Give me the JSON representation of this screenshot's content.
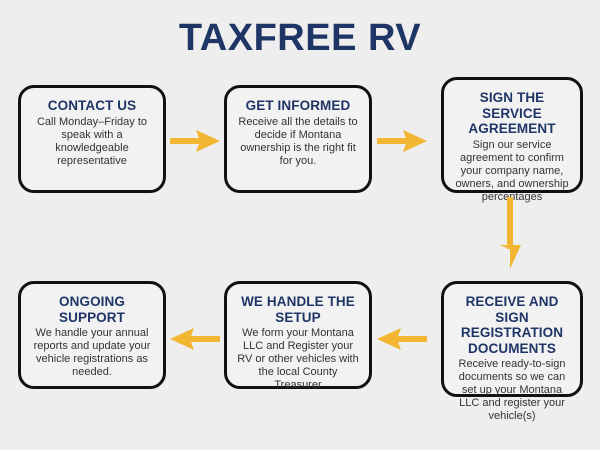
{
  "page": {
    "title": "TAXFREE RV",
    "background_color": "#eeeeee",
    "brand_navy": "#1f3566",
    "arrow_color": "#f2b632",
    "box_fill": "#f2f2f2",
    "box_border": "#111111",
    "body_text_color": "#333333"
  },
  "flow": {
    "steps": [
      {
        "id": "contact-us",
        "title": "CONTACT US",
        "description": "Call Monday–Friday to speak with a knowledgeable representative"
      },
      {
        "id": "get-informed",
        "title": "GET INFORMED",
        "description": "Receive all the details to decide if Montana ownership is the right fit for you."
      },
      {
        "id": "sign-agreement",
        "title": "SIGN THE SERVICE AGREEMENT",
        "description": "Sign our service agreement to confirm your company name, owners, and ownership percentages"
      },
      {
        "id": "receive-sign",
        "title": "RECEIVE AND SIGN REGISTRATION DOCUMENTS",
        "description": "Receive ready-to-sign documents so we can set up your Montana LLC and register your vehicle(s)"
      },
      {
        "id": "we-handle-setup",
        "title": "WE HANDLE THE SETUP",
        "description": "We form your Montana LLC and Register your RV or other vehicles with the local County Treasurer"
      },
      {
        "id": "ongoing-support",
        "title": "ONGOING SUPPORT",
        "description": "We handle your annual reports and update your vehicle registrations as needed."
      }
    ],
    "connectors": [
      {
        "id": "contact-to-informed",
        "direction": "right"
      },
      {
        "id": "informed-to-sign",
        "direction": "right"
      },
      {
        "id": "sign-to-receive",
        "direction": "down"
      },
      {
        "id": "receive-to-setup",
        "direction": "left"
      },
      {
        "id": "setup-to-support",
        "direction": "left"
      }
    ]
  }
}
